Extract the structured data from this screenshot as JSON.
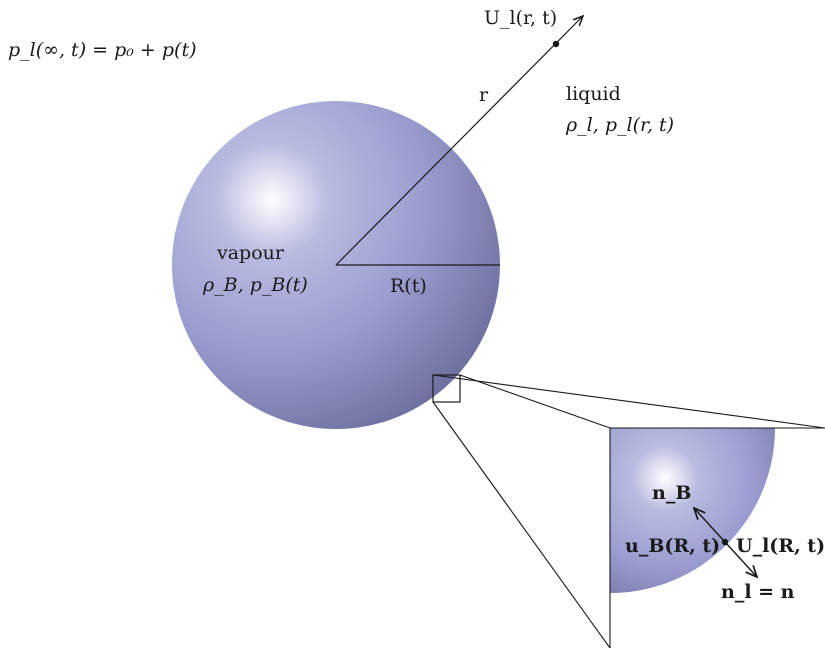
{
  "labels": {
    "far_pressure": "p_l(∞, t) = p₀ + p(t)",
    "velocity_far": "U_l(r, t)",
    "radial_coord": "r",
    "liquid_title": "liquid",
    "liquid_props": "ρ_l, p_l(r, t)",
    "vapour_title": "vapour",
    "vapour_props": "ρ_B, p_B(t)",
    "radius": "R(t)",
    "normal_bubble": "n_B",
    "velocity_bubble": "u_B(R, t)",
    "velocity_liquid": "U_l(R, t)",
    "normal_liquid": "n_l = n"
  },
  "colors": {
    "bubble": "#9a9ccf",
    "bubble_highlight": "#ffffff",
    "bubble_edge": "#6e709f",
    "ink": "#1a1a1a"
  }
}
